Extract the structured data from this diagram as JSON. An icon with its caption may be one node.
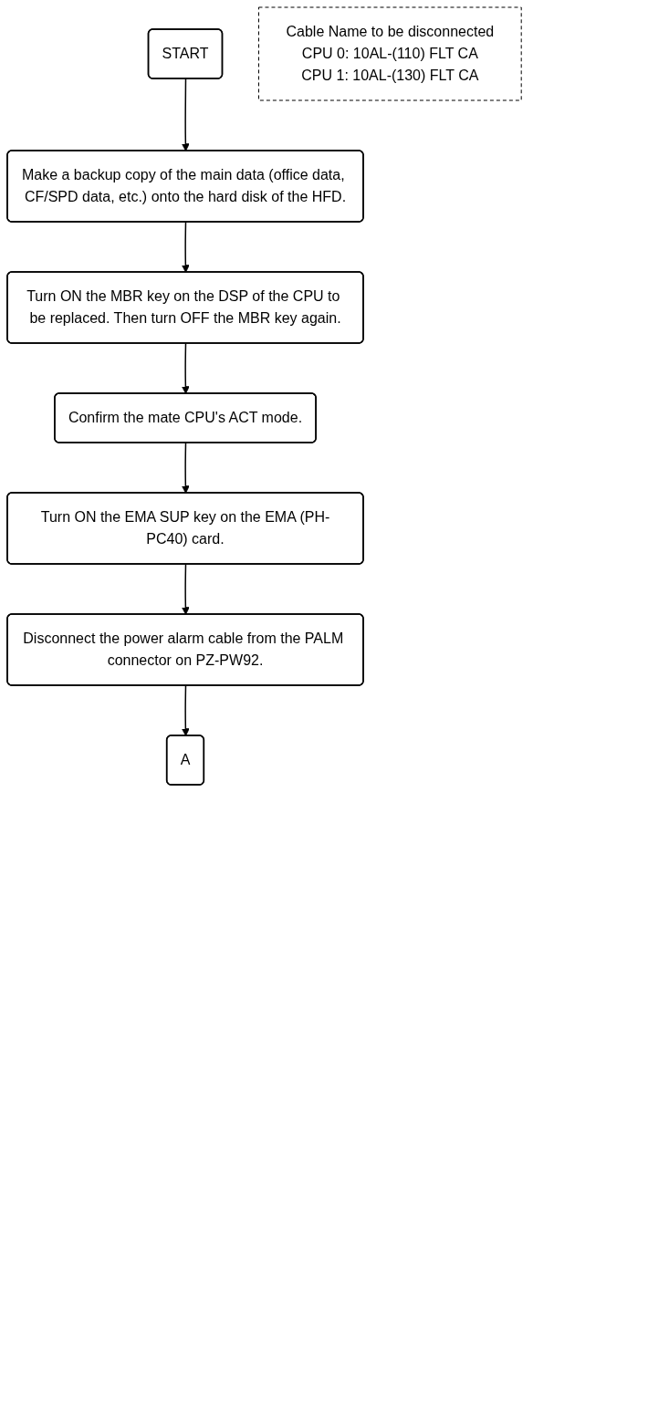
{
  "diagram": {
    "nodes": [
      {
        "text": [
          "START"
        ]
      },
      {
        "text": [
          "Make a backup copy of the main data (office data, CF/SPD data, etc.) onto the hard disk of the HFD."
        ]
      },
      {
        "text": [
          "Turn ON the MBR key on the DSP of the CPU to be replaced. Then turn OFF the MBR key again."
        ]
      },
      {
        "text": [
          "Confirm the mate CPU's ACT mode."
        ]
      },
      {
        "text": [
          "Turn ON the EMA SUP key on the EMA (PH-PC40) card."
        ]
      },
      {
        "text": [
          "Disconnect the power alarm cable from the PALM connector on PZ-PW92."
        ]
      },
      {
        "text": [
          "Cable Name to be disconnected",
          "CPU 0: 10AL-(110) FLT CA",
          "CPU 1: 10AL-(130) FLT CA"
        ]
      },
      {
        "text": [
          "A"
        ]
      }
    ],
    "edges": [
      {
        "from": 0,
        "to": 1,
        "arrow": "to"
      },
      {
        "from": 1,
        "to": 2,
        "arrow": "to"
      },
      {
        "from": 2,
        "to": 3,
        "arrow": "to"
      },
      {
        "from": 3,
        "to": 4,
        "arrow": "to"
      },
      {
        "from": 4,
        "to": 5,
        "arrow": "to"
      },
      {
        "from": 5,
        "to": 7,
        "arrow": "to"
      }
    ]
  }
}
